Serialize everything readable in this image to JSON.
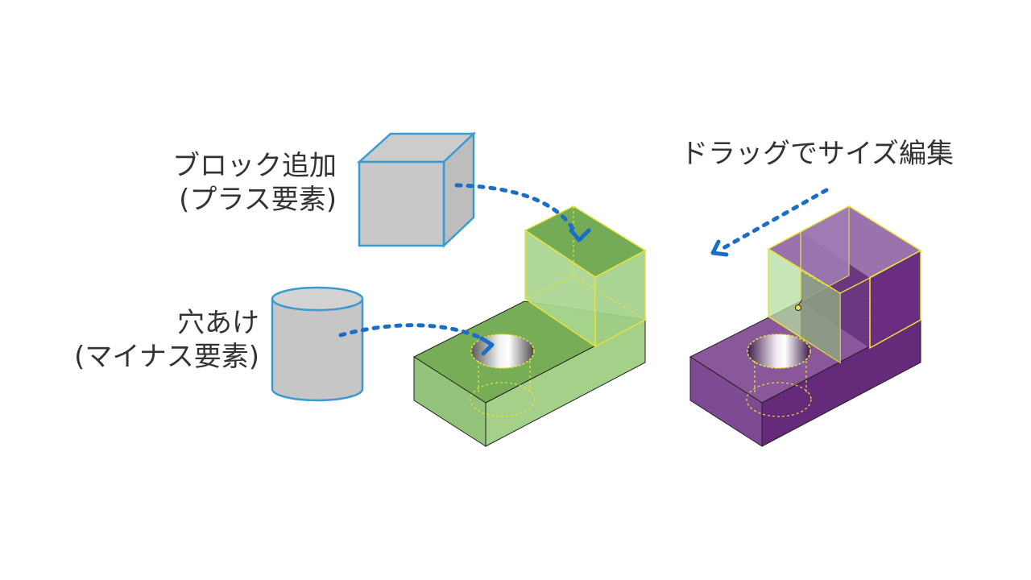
{
  "labels": {
    "block_add_line1": "ブロック追加",
    "block_add_line2": "(プラス要素)",
    "hole_line1": "穴あけ",
    "hole_line2": "(マイナス要素)",
    "drag_edit": "ドラッグでサイズ編集"
  },
  "colors": {
    "primitive_fill": "#c8c8c8",
    "primitive_stroke": "#3a9ad2",
    "green_top": "#76ad56",
    "green_front": "#93c27a",
    "green_side": "#a4d08a",
    "green_block": "#a9d690",
    "purple_top": "#8a579b",
    "purple_front": "#7e4a93",
    "purple_side": "#662a7a",
    "purple_block": "#9b6fae",
    "highlight": "#f0e63c",
    "arrow": "#1a6ec8"
  }
}
